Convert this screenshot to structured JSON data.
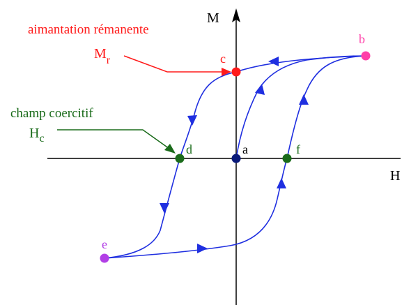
{
  "axes": {
    "horizontal_label": "H",
    "vertical_label": "M"
  },
  "annotations": {
    "remanence_title": "aimantation rémanente",
    "remanence_symbol": "M",
    "remanence_subscript": "r",
    "coercive_title": "champ coercitif",
    "coercive_symbol": "H",
    "coercive_subscript": "c"
  },
  "points": {
    "a": "a",
    "b": "b",
    "c": "c",
    "d": "d",
    "e": "e",
    "f": "f"
  },
  "colors": {
    "curve": "#1f2fe0",
    "axes": "#000000",
    "remanence": "#ff1a1a",
    "coercive": "#1a6b1a",
    "point_b": "#ff3fa8",
    "point_e": "#b23fe6",
    "point_a": "#0a1a7a",
    "point_c": "#ff1a1a",
    "point_df": "#1a6b1a"
  }
}
